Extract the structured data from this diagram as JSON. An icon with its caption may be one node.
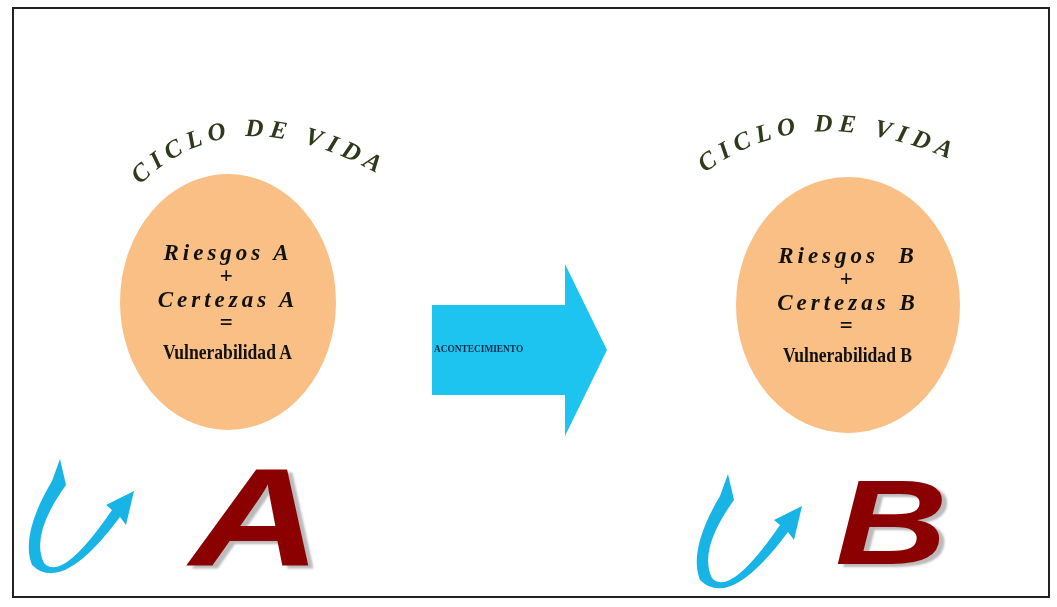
{
  "diagram": {
    "nodes": [
      {
        "text": [
          "CICLO DE VIDA",
          "Riesgos A",
          "+",
          "Certezas A",
          "=",
          "Vulnerabilidad A"
        ]
      },
      {
        "text": [
          "CICLO DE VIDA",
          "Riesgos  B",
          "+",
          "Certezas B",
          "=",
          "Vulnerabilidad B"
        ]
      }
    ],
    "edges": [
      {
        "from": 0,
        "to": 1,
        "arrow": "to",
        "label": "ACONTECIMIENTO"
      }
    ],
    "labels": [
      "A",
      "B"
    ]
  }
}
